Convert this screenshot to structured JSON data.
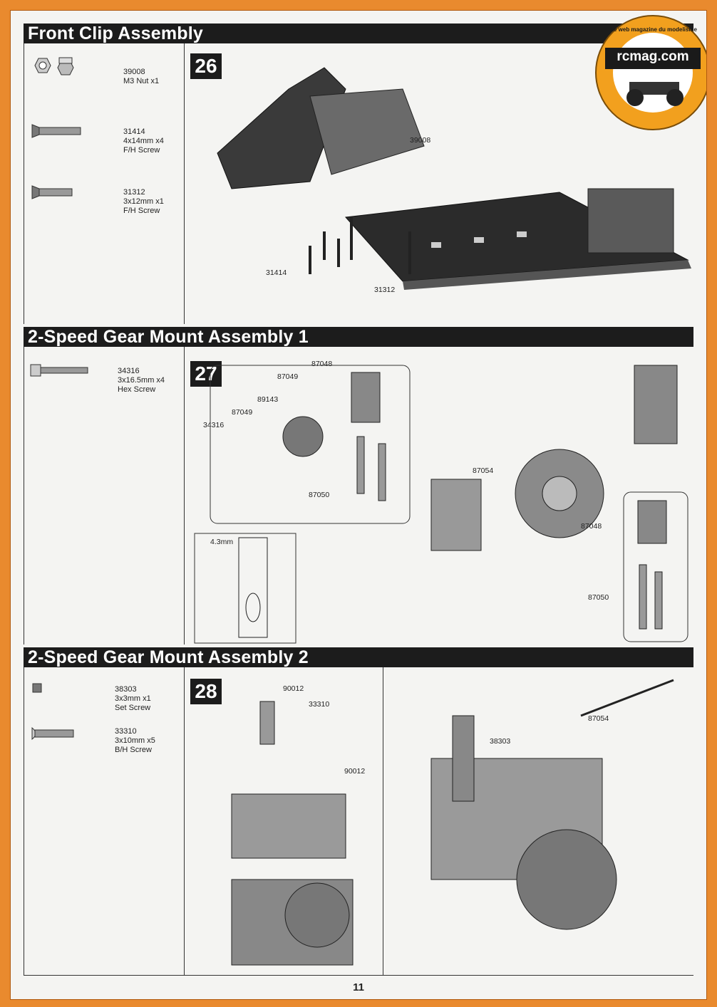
{
  "sections": [
    {
      "title": "Front Clip Assembly",
      "step": "26",
      "parts": [
        {
          "code": "39008",
          "desc": "M3 Nut x1"
        },
        {
          "code": "31414",
          "desc": "4x14mm x4\nF/H Screw"
        },
        {
          "code": "31312",
          "desc": "3x12mm x1\nF/H Screw"
        }
      ],
      "callouts": [
        "39008",
        "31414",
        "31312"
      ]
    },
    {
      "title": "2-Speed Gear Mount Assembly 1",
      "step": "27",
      "parts": [
        {
          "code": "34316",
          "desc": "3x16.5mm x4\nHex Screw"
        }
      ],
      "callouts": [
        "87048",
        "87049",
        "89143",
        "87049",
        "34316",
        "87050",
        "87054",
        "87048",
        "87050"
      ],
      "dimension": "4.3mm"
    },
    {
      "title": "2-Speed Gear Mount Assembly 2",
      "step": "28",
      "parts": [
        {
          "code": "38303",
          "desc": "3x3mm x1\nSet Screw"
        },
        {
          "code": "33310",
          "desc": "3x10mm x5\nB/H Screw"
        }
      ],
      "callouts": [
        "90012",
        "33310",
        "90012",
        "38303",
        "87054"
      ]
    }
  ],
  "logo": {
    "tagline": "Le web magazine du modelisme",
    "name": "rcmag.com",
    "colors": {
      "ring": "#f2a01e",
      "inner": "#ffffff",
      "text": "#1a1a1a"
    }
  },
  "page_number": "11",
  "colors": {
    "frame": "#e98a2e",
    "header": "#1c1c1c",
    "paper": "#f4f4f2"
  }
}
